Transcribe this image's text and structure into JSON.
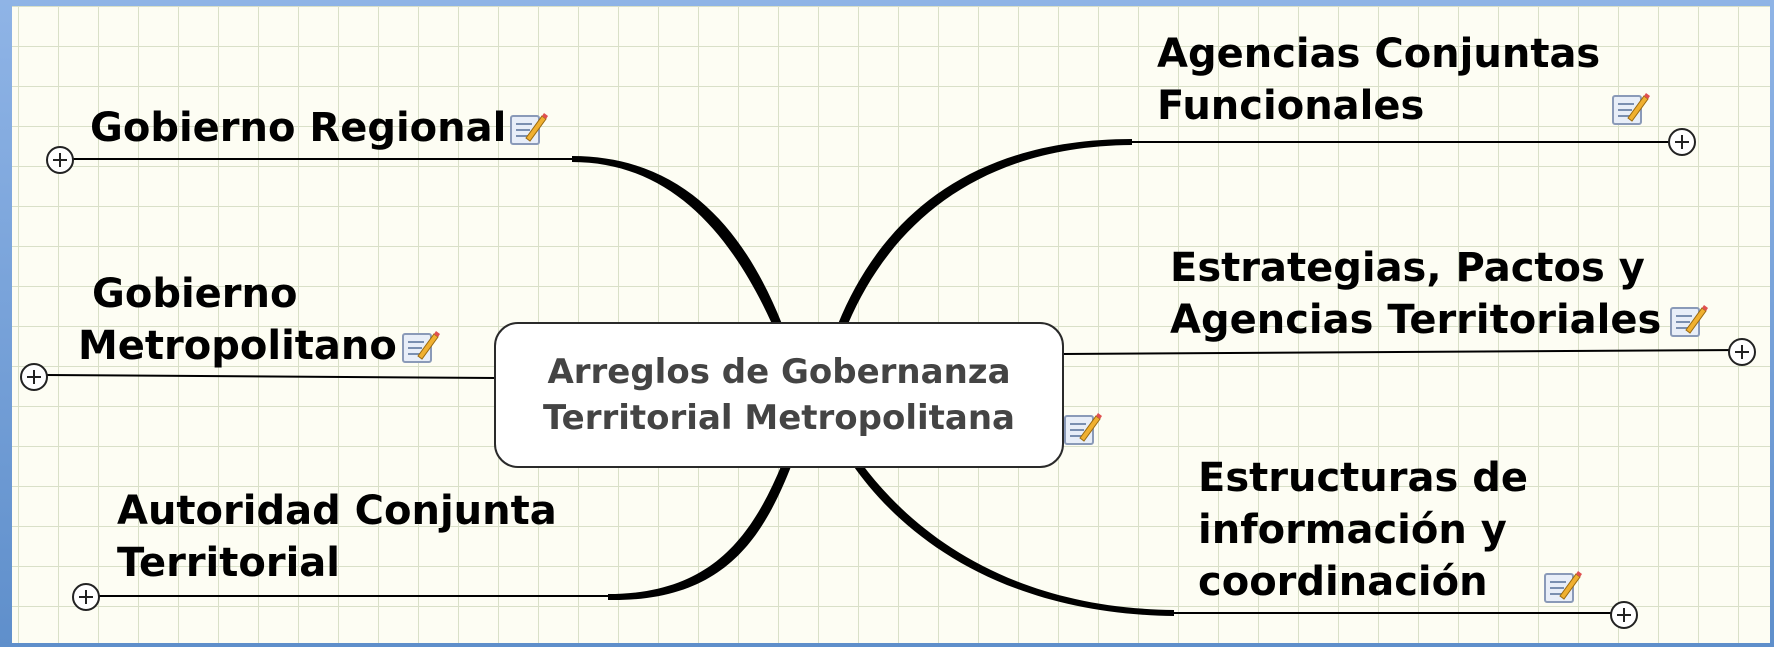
{
  "central_topic": {
    "line1": "Arreglos de Gobernanza",
    "line2": "Territorial Metropolitana"
  },
  "left_topics": [
    {
      "lines": [
        "Gobierno Regional"
      ]
    },
    {
      "lines": [
        "Gobierno",
        "Metropolitano"
      ]
    },
    {
      "lines": [
        "Autoridad Conjunta",
        "Territorial"
      ]
    }
  ],
  "right_topics": [
    {
      "lines": [
        "Agencias Conjuntas",
        "Funcionales"
      ]
    },
    {
      "lines": [
        "Estrategias, Pactos y",
        "Agencias Territoriales"
      ]
    },
    {
      "lines": [
        "Estructuras de",
        "información y",
        "coordinación"
      ]
    }
  ],
  "icons": {
    "expand": "plus-circle-icon",
    "note": "notes-pencil-icon"
  },
  "colors": {
    "canvas": "#fdfdf3",
    "grid": "#d9e0c8",
    "frame": "#6f9bd0",
    "link": "#000000"
  }
}
